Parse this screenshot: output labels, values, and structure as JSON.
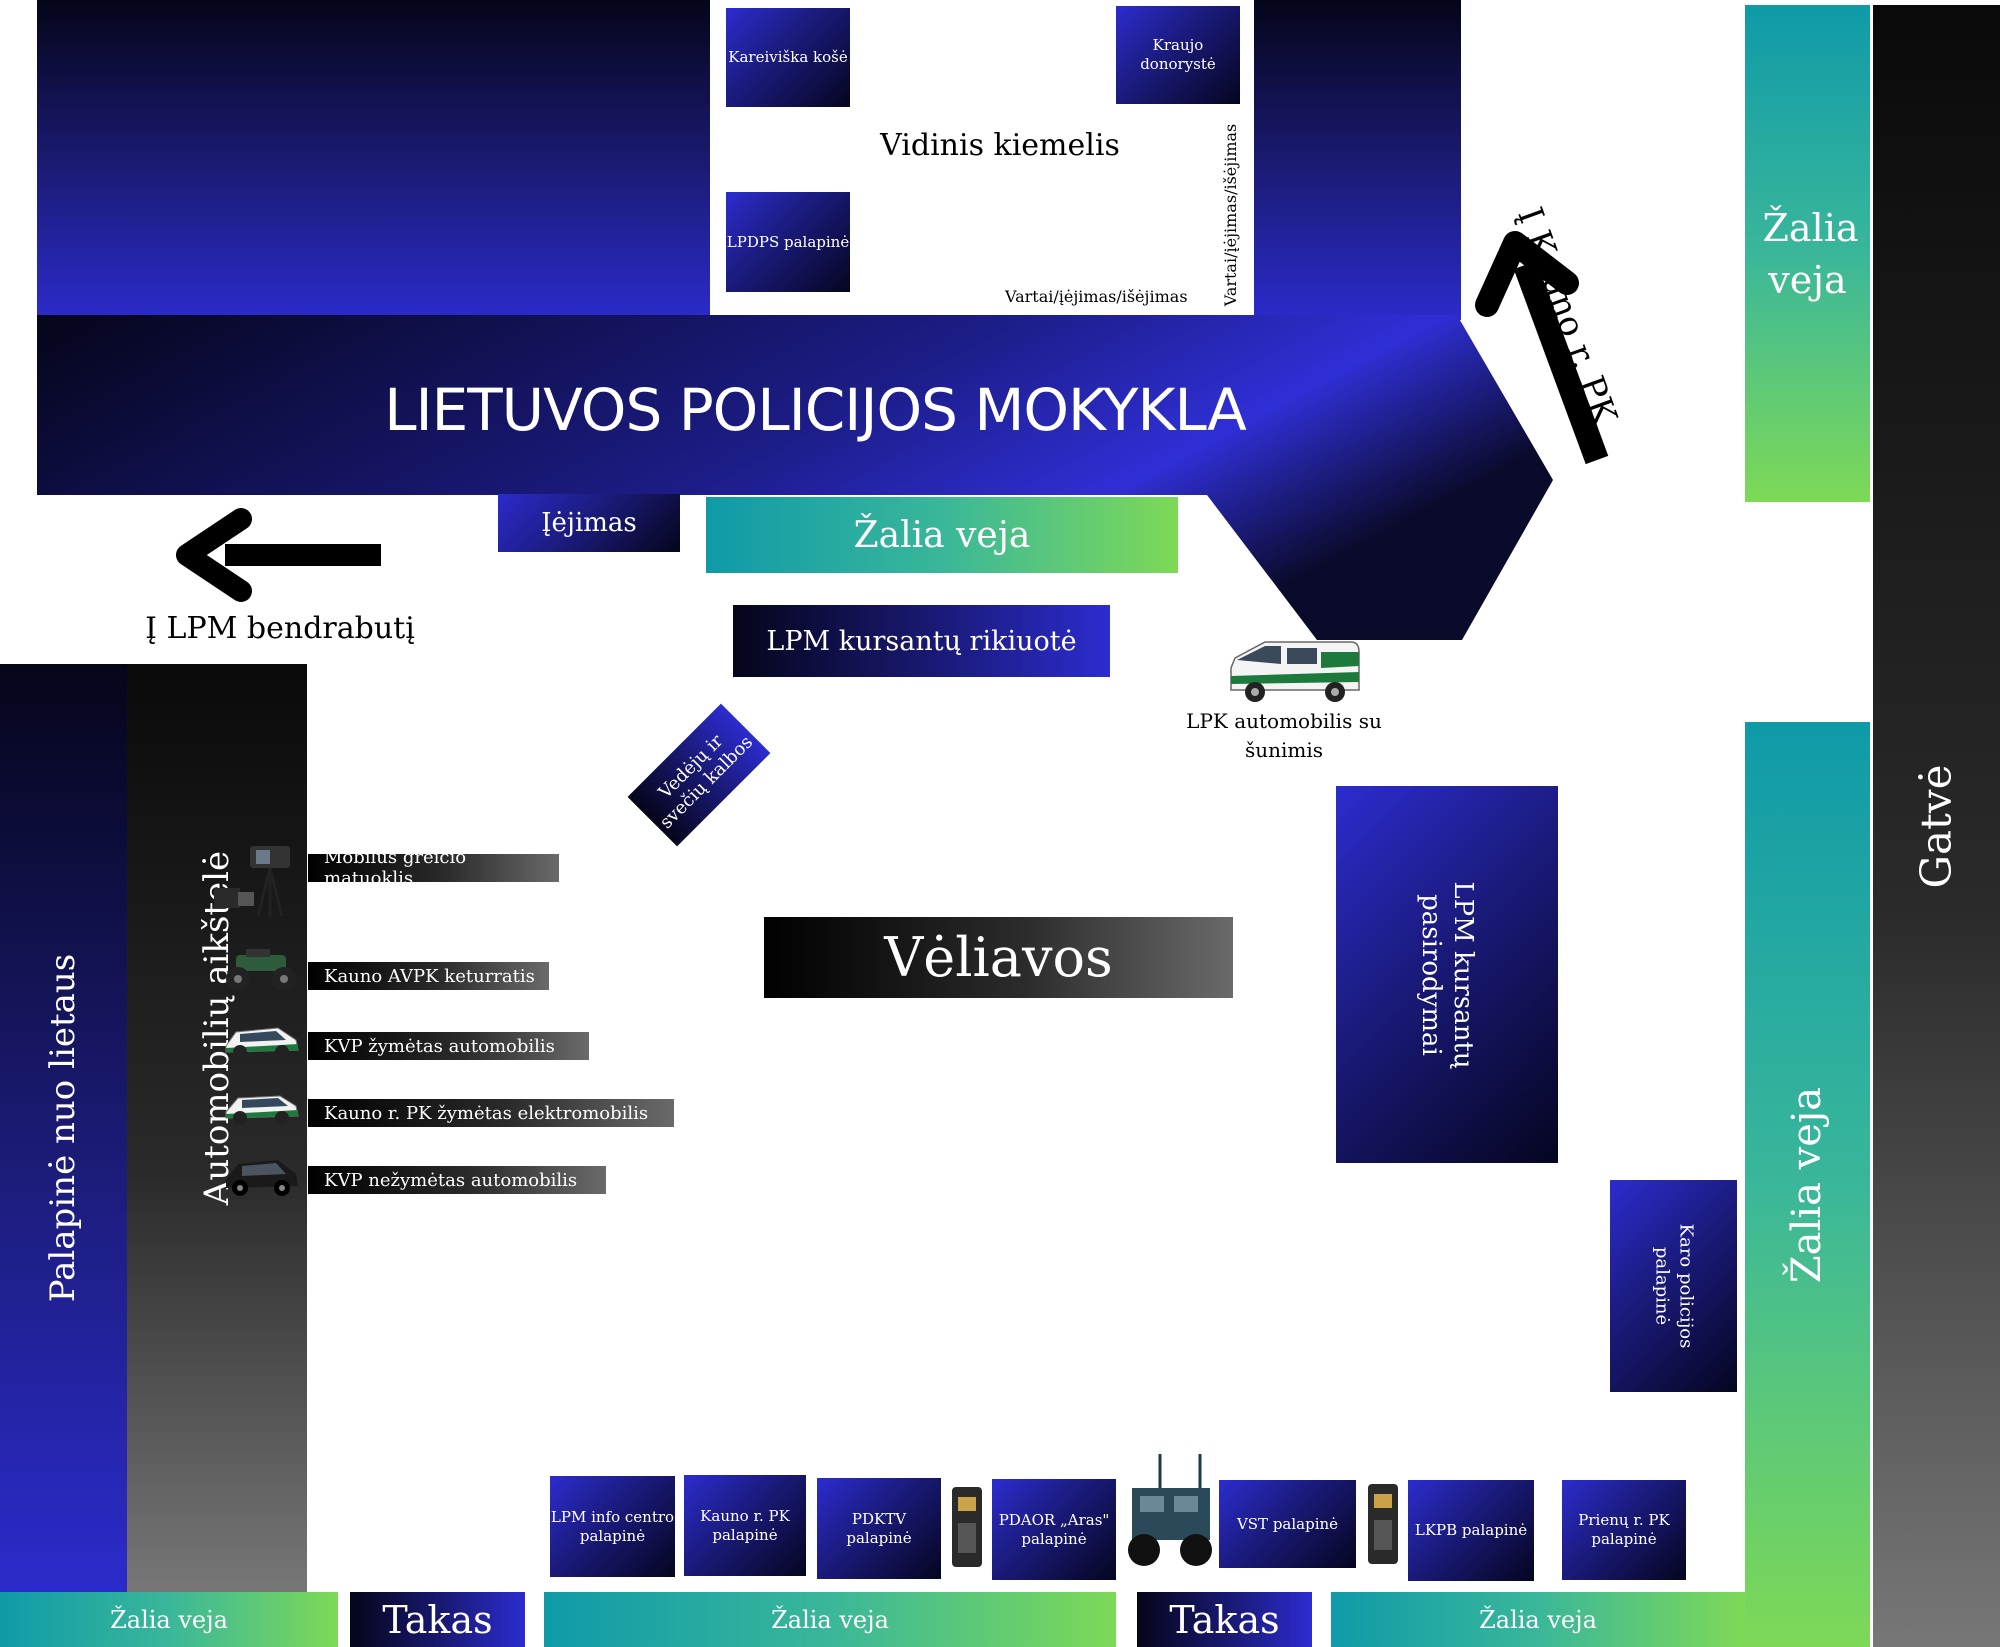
{
  "building": {
    "name": "LIETUVOS POLICIJOS MOKYKLA",
    "courtyard": "Vidinis kiemelis",
    "gate_bottom": "Vartai/įėjimas/išėjimas",
    "gate_side": "Vartai/įėjimas/išėjimas",
    "entrance": "Įėjimas"
  },
  "courtyard_boxes": {
    "kareiviska": "Kareiviška košė",
    "kraujo": "Kraujo donorystė",
    "lpdps": "LPDPS palapinė"
  },
  "arrows": {
    "left": "Į LPM bendrabutį",
    "up": "Į Kauno r. PK"
  },
  "lawns": {
    "center": "Žalia veja",
    "right_top": "Žalia veja",
    "right_bottom": "Žalia veja",
    "bottom_left": "Žalia veja",
    "bottom_mid": "Žalia veja",
    "bottom_right": "Žalia veja"
  },
  "paths": {
    "takas_1": "Takas",
    "takas_2": "Takas"
  },
  "street": "Gatvė",
  "rain_tent": "Palapinė nuo lietaus",
  "parking": "Automobilių aikštelė",
  "formation": "LPM kursantų rikiuotė",
  "speeches": "Vedėjų ir svečių kalbos",
  "flags": "Vėliavos",
  "lpk_car": "LPK automobilis su šunimis",
  "cadet_show": "LPM kursantų pasirodymai",
  "karo_tent": "Karo policijos palapinė",
  "vehicles": [
    {
      "label": "Mobilus greičio matuoklis",
      "icon": "speed-camera-icon"
    },
    {
      "label": "Kauno AVPK keturratis",
      "icon": "quad-bike-icon"
    },
    {
      "label": "KVP  žymėtas automobilis",
      "icon": "police-car-icon"
    },
    {
      "label": "Kauno r. PK žymėtas elektromobilis",
      "icon": "police-ev-icon"
    },
    {
      "label": "KVP  nežymėtas automobilis",
      "icon": "unmarked-car-icon"
    }
  ],
  "tents": [
    "LPM info centro palapinė",
    "Kauno r. PK palapinė",
    "PDKTV palapinė",
    "PDAOR „Aras\" palapinė",
    "VST palapinė",
    "LKPB palapinė",
    "Prienų r. PK palapinė"
  ],
  "colors": {
    "navy": "#1a1a78",
    "blue": "#2c2cd0",
    "green": "#7ed957",
    "teal": "#0f9aa8"
  }
}
